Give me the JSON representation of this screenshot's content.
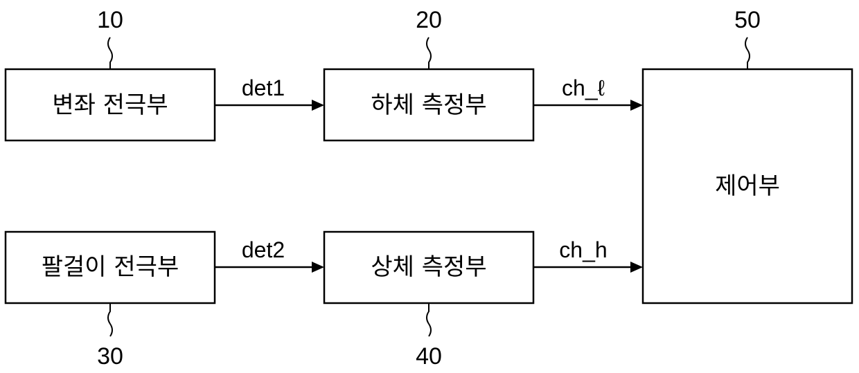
{
  "blocks": {
    "b10": {
      "ref": "10",
      "label": "변좌 전극부"
    },
    "b20": {
      "ref": "20",
      "label": "하체 측정부"
    },
    "b30": {
      "ref": "30",
      "label": "팔걸이 전극부"
    },
    "b40": {
      "ref": "40",
      "label": "상체 측정부"
    },
    "b50": {
      "ref": "50",
      "label": "제어부"
    }
  },
  "signals": {
    "det1": "det1",
    "det2": "det2",
    "ch_l": "ch_ℓ",
    "ch_h": "ch_h"
  }
}
